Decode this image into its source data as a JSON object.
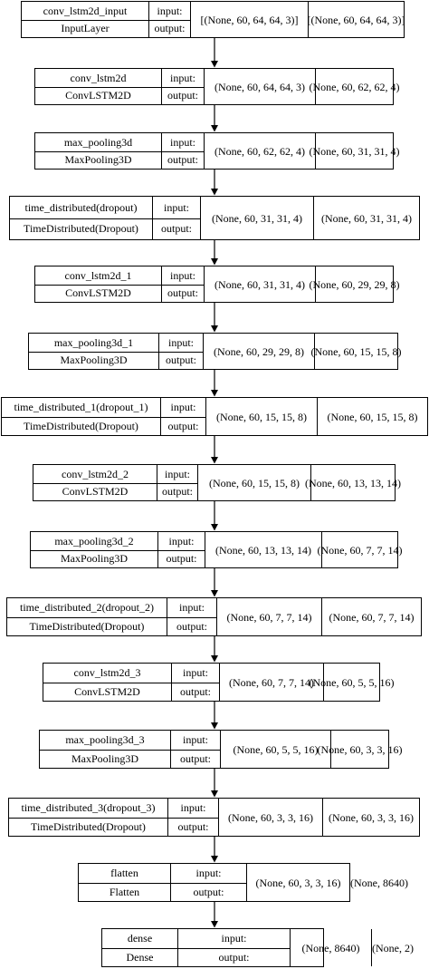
{
  "labels": {
    "input": "input:",
    "output": "output:"
  },
  "nodes": [
    {
      "name": "conv_lstm2d_input",
      "type": "InputLayer",
      "input": "[(None, 60, 64, 64, 3)]",
      "output": "[(None, 60, 64, 64, 3)]"
    },
    {
      "name": "conv_lstm2d",
      "type": "ConvLSTM2D",
      "input": "(None, 60, 64, 64, 3)",
      "output": "(None, 60, 62, 62, 4)"
    },
    {
      "name": "max_pooling3d",
      "type": "MaxPooling3D",
      "input": "(None, 60, 62, 62, 4)",
      "output": "(None, 60, 31, 31, 4)"
    },
    {
      "name": "time_distributed(dropout)",
      "type": "TimeDistributed(Dropout)",
      "input": "(None, 60, 31, 31, 4)",
      "output": "(None, 60, 31, 31, 4)"
    },
    {
      "name": "conv_lstm2d_1",
      "type": "ConvLSTM2D",
      "input": "(None, 60, 31, 31, 4)",
      "output": "(None, 60, 29, 29, 8)"
    },
    {
      "name": "max_pooling3d_1",
      "type": "MaxPooling3D",
      "input": "(None, 60, 29, 29, 8)",
      "output": "(None, 60, 15, 15, 8)"
    },
    {
      "name": "time_distributed_1(dropout_1)",
      "type": "TimeDistributed(Dropout)",
      "input": "(None, 60, 15, 15, 8)",
      "output": "(None, 60, 15, 15, 8)"
    },
    {
      "name": "conv_lstm2d_2",
      "type": "ConvLSTM2D",
      "input": "(None, 60, 15, 15, 8)",
      "output": "(None, 60, 13, 13, 14)"
    },
    {
      "name": "max_pooling3d_2",
      "type": "MaxPooling3D",
      "input": "(None, 60, 13, 13, 14)",
      "output": "(None, 60, 7, 7, 14)"
    },
    {
      "name": "time_distributed_2(dropout_2)",
      "type": "TimeDistributed(Dropout)",
      "input": "(None, 60, 7, 7, 14)",
      "output": "(None, 60, 7, 7, 14)"
    },
    {
      "name": "conv_lstm2d_3",
      "type": "ConvLSTM2D",
      "input": "(None, 60, 7, 7, 14)",
      "output": "(None, 60, 5, 5, 16)"
    },
    {
      "name": "max_pooling3d_3",
      "type": "MaxPooling3D",
      "input": "(None, 60, 5, 5, 16)",
      "output": "(None, 60, 3, 3, 16)"
    },
    {
      "name": "time_distributed_3(dropout_3)",
      "type": "TimeDistributed(Dropout)",
      "input": "(None, 60, 3, 3, 16)",
      "output": "(None, 60, 3, 3, 16)"
    },
    {
      "name": "flatten",
      "type": "Flatten",
      "input": "(None, 60, 3, 3, 16)",
      "output": "(None, 8640)"
    },
    {
      "name": "dense",
      "type": "Dense",
      "input": "(None, 8640)",
      "output": "(None, 2)"
    }
  ]
}
